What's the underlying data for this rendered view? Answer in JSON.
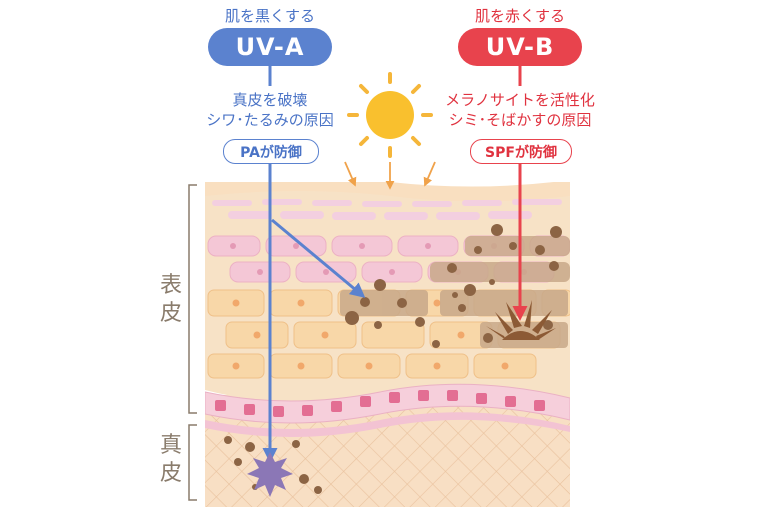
{
  "uva": {
    "caption": "肌を黒くする",
    "label": "UV-A",
    "desc_line1": "真皮を破壊",
    "desc_line2": "シワ･たるみの原因",
    "protect": "PAが防御",
    "color": "#5b82cf"
  },
  "uvb": {
    "caption": "肌を赤くする",
    "label": "UV-B",
    "desc_line1": "メラノサイトを活性化",
    "desc_line2": "シミ･そばかすの原因",
    "protect": "SPFが防御",
    "color": "#e8434d"
  },
  "layers": {
    "epidermis": "表皮",
    "dermis": "真皮"
  },
  "icons": {
    "sun": "sun-icon",
    "melanocyte": "melanocyte-icon",
    "damage": "damage-burst-icon"
  }
}
